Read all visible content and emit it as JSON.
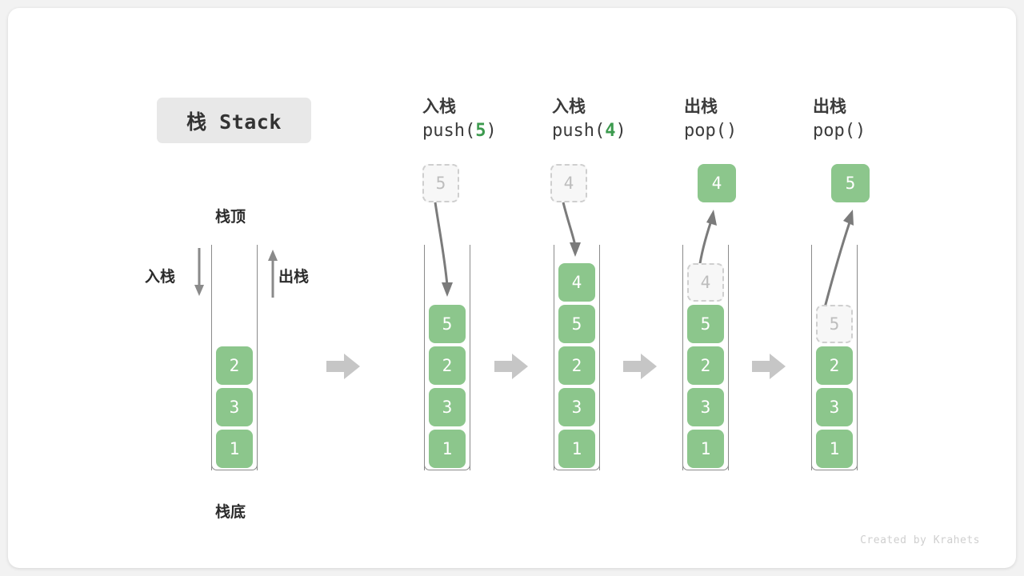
{
  "title_chip": "栈 Stack",
  "credit": "Created by Krahets",
  "labels": {
    "top": "栈顶",
    "bottom": "栈底",
    "push_side": "入栈",
    "pop_side": "出栈"
  },
  "colors": {
    "element_fill": "#8cc68c",
    "element_text": "#ffffff",
    "ghost_fill": "#f7f7f7",
    "ghost_border": "#cfcfcf",
    "ghost_text": "#bdbdbd",
    "accent_green": "#3c9a4e",
    "tube_stroke": "#8a8a8a",
    "stage_arrow": "#c6c6c6",
    "card_bg": "#ffffff",
    "page_bg": "#f2f2f2",
    "chip_bg": "#e8e8e8"
  },
  "stages": [
    {
      "id": "initial",
      "op_cn": "",
      "op_code": "",
      "op_arg": "",
      "incoming": null,
      "outgoing": null,
      "contents": [
        {
          "value": "1",
          "state": "solid"
        },
        {
          "value": "3",
          "state": "solid"
        },
        {
          "value": "2",
          "state": "solid"
        }
      ]
    },
    {
      "id": "push-5",
      "op_cn": "入栈",
      "op_code_pre": "push(",
      "op_arg": "5",
      "op_code_post": ")",
      "incoming": {
        "value": "5",
        "state": "ghost"
      },
      "outgoing": null,
      "contents": [
        {
          "value": "1",
          "state": "solid"
        },
        {
          "value": "3",
          "state": "solid"
        },
        {
          "value": "2",
          "state": "solid"
        },
        {
          "value": "5",
          "state": "solid"
        }
      ]
    },
    {
      "id": "push-4",
      "op_cn": "入栈",
      "op_code_pre": "push(",
      "op_arg": "4",
      "op_code_post": ")",
      "incoming": {
        "value": "4",
        "state": "ghost"
      },
      "outgoing": null,
      "contents": [
        {
          "value": "1",
          "state": "solid"
        },
        {
          "value": "3",
          "state": "solid"
        },
        {
          "value": "2",
          "state": "solid"
        },
        {
          "value": "5",
          "state": "solid"
        },
        {
          "value": "4",
          "state": "solid"
        }
      ]
    },
    {
      "id": "pop-1",
      "op_cn": "出栈",
      "op_code_pre": "pop(",
      "op_arg": "",
      "op_code_post": ")",
      "incoming": null,
      "outgoing": {
        "value": "4",
        "state": "solid"
      },
      "contents": [
        {
          "value": "1",
          "state": "solid"
        },
        {
          "value": "3",
          "state": "solid"
        },
        {
          "value": "2",
          "state": "solid"
        },
        {
          "value": "5",
          "state": "solid"
        },
        {
          "value": "4",
          "state": "ghost"
        }
      ]
    },
    {
      "id": "pop-2",
      "op_cn": "出栈",
      "op_code_pre": "pop(",
      "op_arg": "",
      "op_code_post": ")",
      "incoming": null,
      "outgoing": {
        "value": "5",
        "state": "solid"
      },
      "contents": [
        {
          "value": "1",
          "state": "solid"
        },
        {
          "value": "3",
          "state": "solid"
        },
        {
          "value": "2",
          "state": "solid"
        },
        {
          "value": "5",
          "state": "ghost"
        }
      ]
    }
  ]
}
